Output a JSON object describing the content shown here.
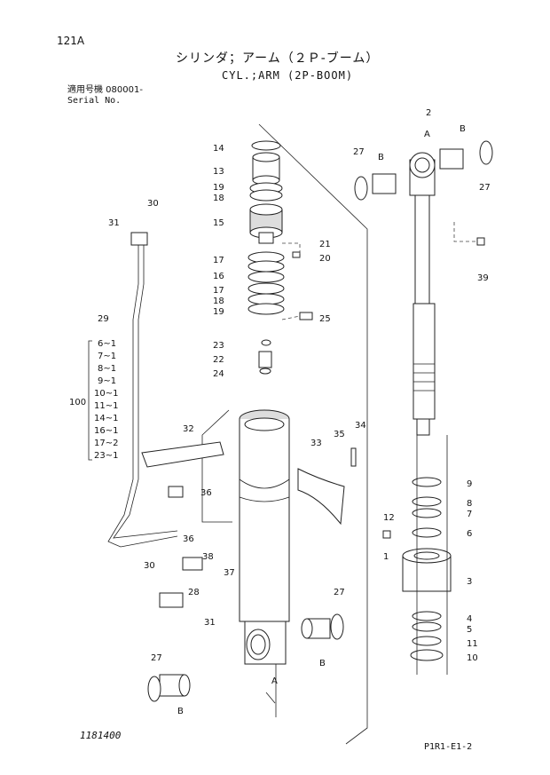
{
  "header": {
    "page_number": "121A",
    "title_jp": "シリンダ；アーム（２Ｐ-ブーム）",
    "title_en": "CYL.;ARM (2P-BOOM)",
    "serial_jp": "適用号機  080001-",
    "serial_en": "Serial No."
  },
  "callouts": {
    "c1": "1",
    "c2": "2",
    "c3": "3",
    "c4": "4",
    "c5": "5",
    "c6": "6",
    "c7": "7",
    "c8": "8",
    "c9": "9",
    "c10": "10",
    "c11": "11",
    "c12": "12",
    "c13": "13",
    "c14": "14",
    "c15": "15",
    "c16": "16",
    "c17a": "17",
    "c17b": "17",
    "c18a": "18",
    "c18b": "18",
    "c19a": "19",
    "c19b": "19",
    "c20": "20",
    "c21": "21",
    "c22": "22",
    "c23": "23",
    "c24": "24",
    "c25": "25",
    "c27a": "27",
    "c27b": "27",
    "c27c": "27",
    "c27d": "27",
    "c28": "28",
    "c29": "29",
    "c30a": "30",
    "c30b": "30",
    "c31a": "31",
    "c31b": "31",
    "c32": "32",
    "c33": "33",
    "c34": "34",
    "c35": "35",
    "c36a": "36",
    "c36b": "36",
    "c37": "37",
    "c38": "38",
    "c39": "39",
    "c100": "100",
    "letter_a1": "A",
    "letter_a2": "A",
    "letter_b1": "B",
    "letter_b2": "B",
    "letter_b3": "B",
    "letter_b4": "B"
  },
  "kit_list": [
    "6~1",
    "7~1",
    "8~1",
    "9~1",
    "10~1",
    "11~1",
    "14~1",
    "16~1",
    "17~2",
    "23~1"
  ],
  "footer": {
    "drawing_number": "1181400",
    "page_code": "P1R1-E1-2"
  }
}
